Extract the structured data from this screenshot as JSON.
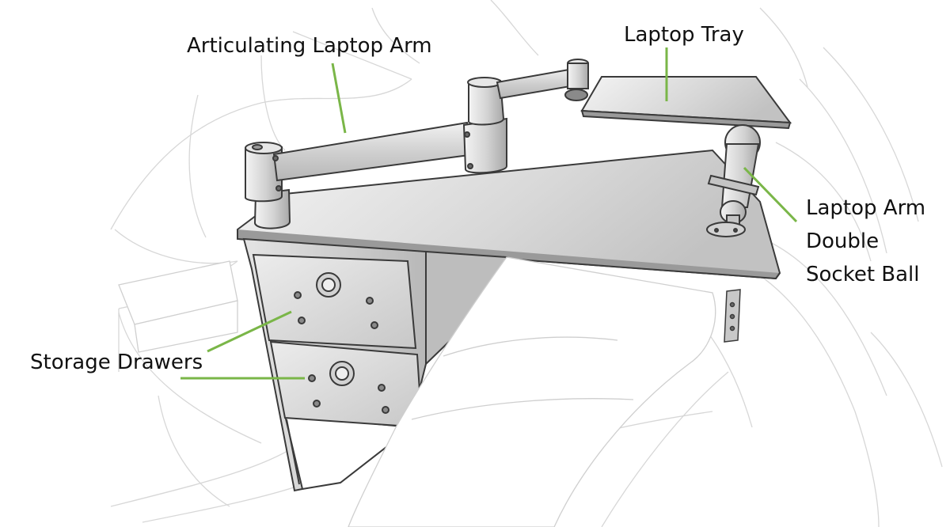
{
  "labels": {
    "arm": "Articulating Laptop Arm",
    "tray": "Laptop Tray",
    "ball_line1": "Laptop Arm",
    "ball_line2": "Double",
    "ball_line3": "Socket Ball",
    "drawers": "Storage Drawers"
  },
  "colors": {
    "leader": "#7ab648",
    "outline": "#3a3a3a",
    "background_sketch": "#d7d7d7"
  }
}
